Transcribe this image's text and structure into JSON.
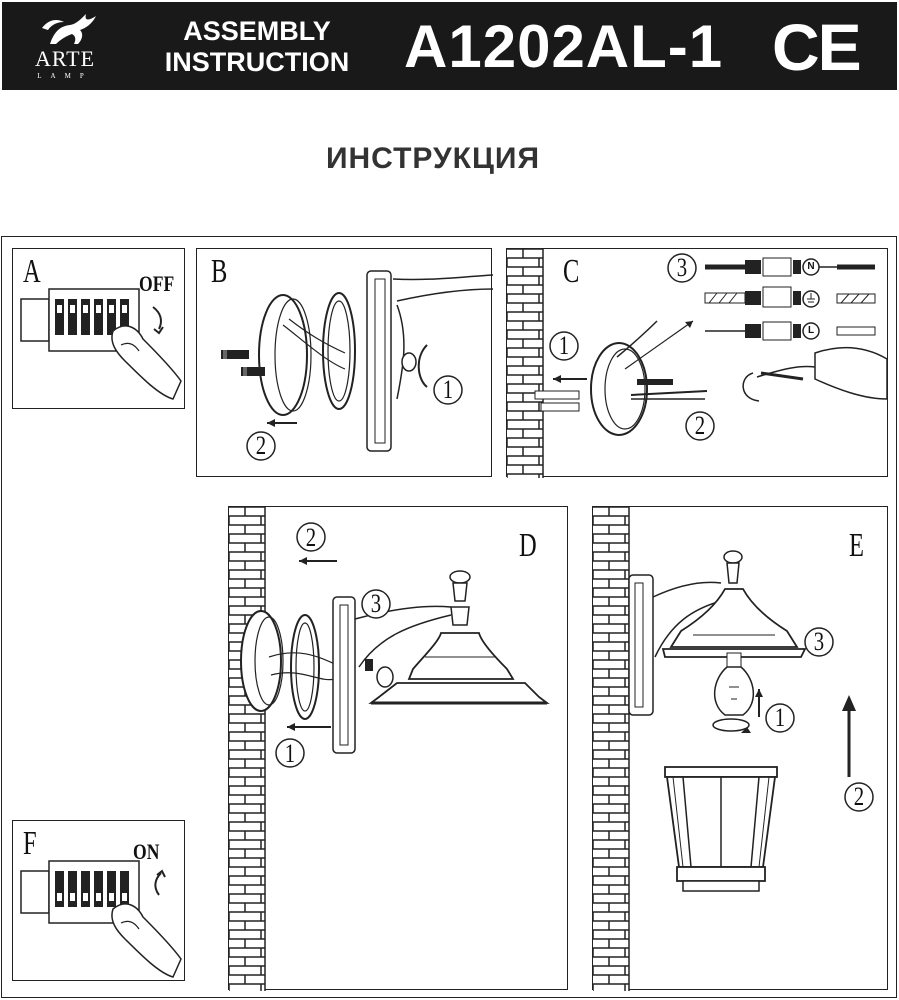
{
  "header": {
    "brand": "ARTE",
    "brand_sub": "LAMP",
    "assembly_line1": "ASSEMBLY",
    "assembly_line2": "INSTRUCTION",
    "model": "A1202AL-1",
    "ce_mark": "CE"
  },
  "title": "ИНСТРУКЦИЯ",
  "panels": {
    "A": {
      "label": "A",
      "switch_text": "OFF"
    },
    "B": {
      "label": "B",
      "step1": "1",
      "step2": "2"
    },
    "C": {
      "label": "C",
      "step1": "1",
      "step2": "2",
      "step3": "3",
      "terminals": [
        {
          "symbol": "N"
        },
        {
          "symbol": "earth-symbol"
        },
        {
          "symbol": "L"
        }
      ]
    },
    "D": {
      "label": "D",
      "step1": "1",
      "step2": "2",
      "step3": "3"
    },
    "E": {
      "label": "E",
      "step1": "1",
      "step2": "2",
      "step3": "3"
    },
    "F": {
      "label": "F",
      "switch_text": "ON"
    }
  },
  "colors": {
    "header_bg": "#191919",
    "line": "#222222",
    "page_bg": "#ffffff"
  }
}
